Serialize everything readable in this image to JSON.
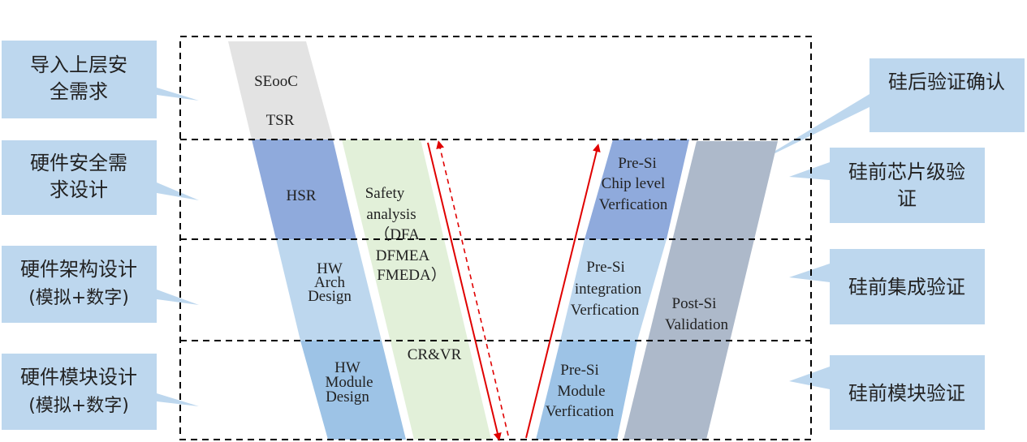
{
  "left_callouts": [
    {
      "lines": [
        "导入上层安",
        "全需求"
      ]
    },
    {
      "lines": [
        "硬件安全需",
        "求设计"
      ]
    },
    {
      "lines": [
        "硬件架构设计",
        "(模拟+数字)"
      ]
    },
    {
      "lines": [
        "硬件模块设计",
        "(模拟+数字)"
      ]
    }
  ],
  "right_callouts": [
    {
      "lines": [
        "硅后验证确认"
      ]
    },
    {
      "lines": [
        "硅前芯片级验",
        "证"
      ]
    },
    {
      "lines": [
        "硅前集成验证"
      ]
    },
    {
      "lines": [
        "硅前模块验证"
      ]
    }
  ],
  "left_leg": {
    "seooc": "SEooC",
    "tsr": "TSR",
    "hsr": "HSR",
    "arch": [
      "HW",
      "Arch",
      "Design"
    ],
    "module": [
      "HW",
      "Module",
      "Design"
    ]
  },
  "safety": {
    "lines": [
      "Safety",
      "analysis",
      "（DFA",
      "DFMEA",
      "FMEDA）"
    ],
    "review": "CR&VR"
  },
  "right_leg": {
    "chip": [
      "Pre-Si",
      "Chip level",
      "Verfication"
    ],
    "integration": [
      "Pre-Si",
      "integration",
      "Verfication"
    ],
    "module": [
      "Pre-Si",
      "Module",
      "Verfication"
    ],
    "postsi": [
      "Post-Si",
      "Validation"
    ]
  },
  "colors": {
    "callout": "#bdd7ee",
    "seooc_band": "#e3e3e3",
    "hsr_band": "#8faadc",
    "arch_band": "#bdd7ee",
    "module_band": "#9dc3e6",
    "safety_band": "#e2f0d9",
    "chip_band": "#8faadc",
    "integration_band": "#bdd7ee",
    "right_module_band": "#9dc3e6",
    "postsi_band": "#adb9ca",
    "arrow": "#e00000",
    "dashed_frame": "#000000"
  }
}
